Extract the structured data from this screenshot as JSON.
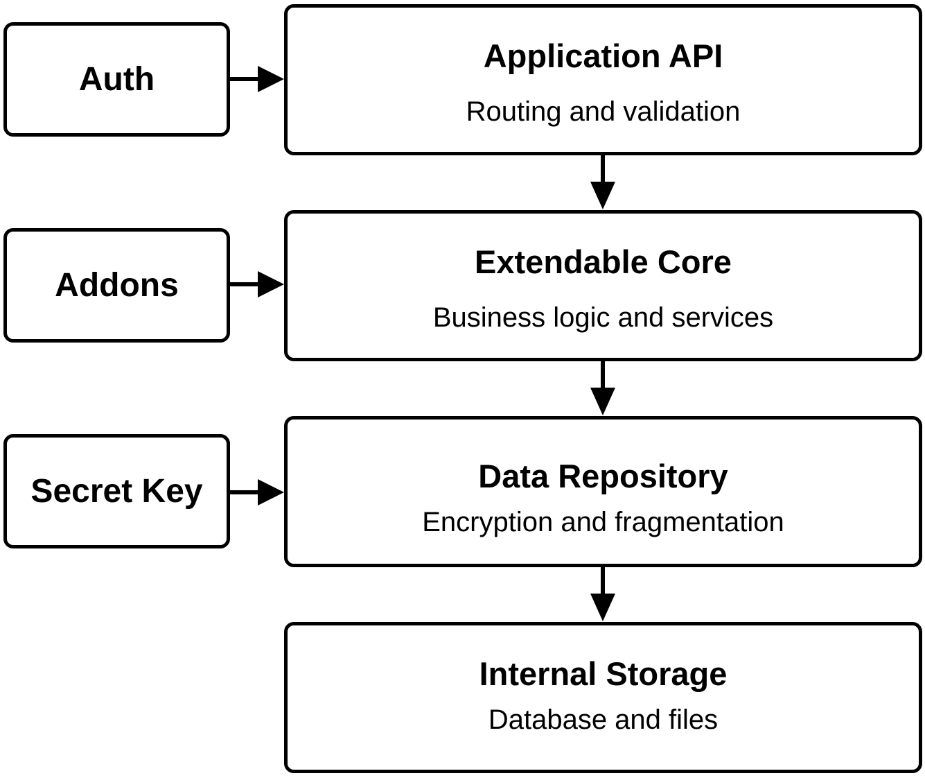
{
  "side_inputs": {
    "auth": "Auth",
    "addons": "Addons",
    "secret_key": "Secret Key"
  },
  "layers": {
    "application_api": {
      "title": "Application API",
      "subtitle": "Routing and validation"
    },
    "extendable_core": {
      "title": "Extendable Core",
      "subtitle": "Business logic and services"
    },
    "data_repository": {
      "title": "Data Repository",
      "subtitle": "Encryption and fragmentation"
    },
    "internal_storage": {
      "title": "Internal Storage",
      "subtitle": "Database and files"
    }
  },
  "colors": {
    "stroke": "#000000",
    "background": "#ffffff"
  }
}
